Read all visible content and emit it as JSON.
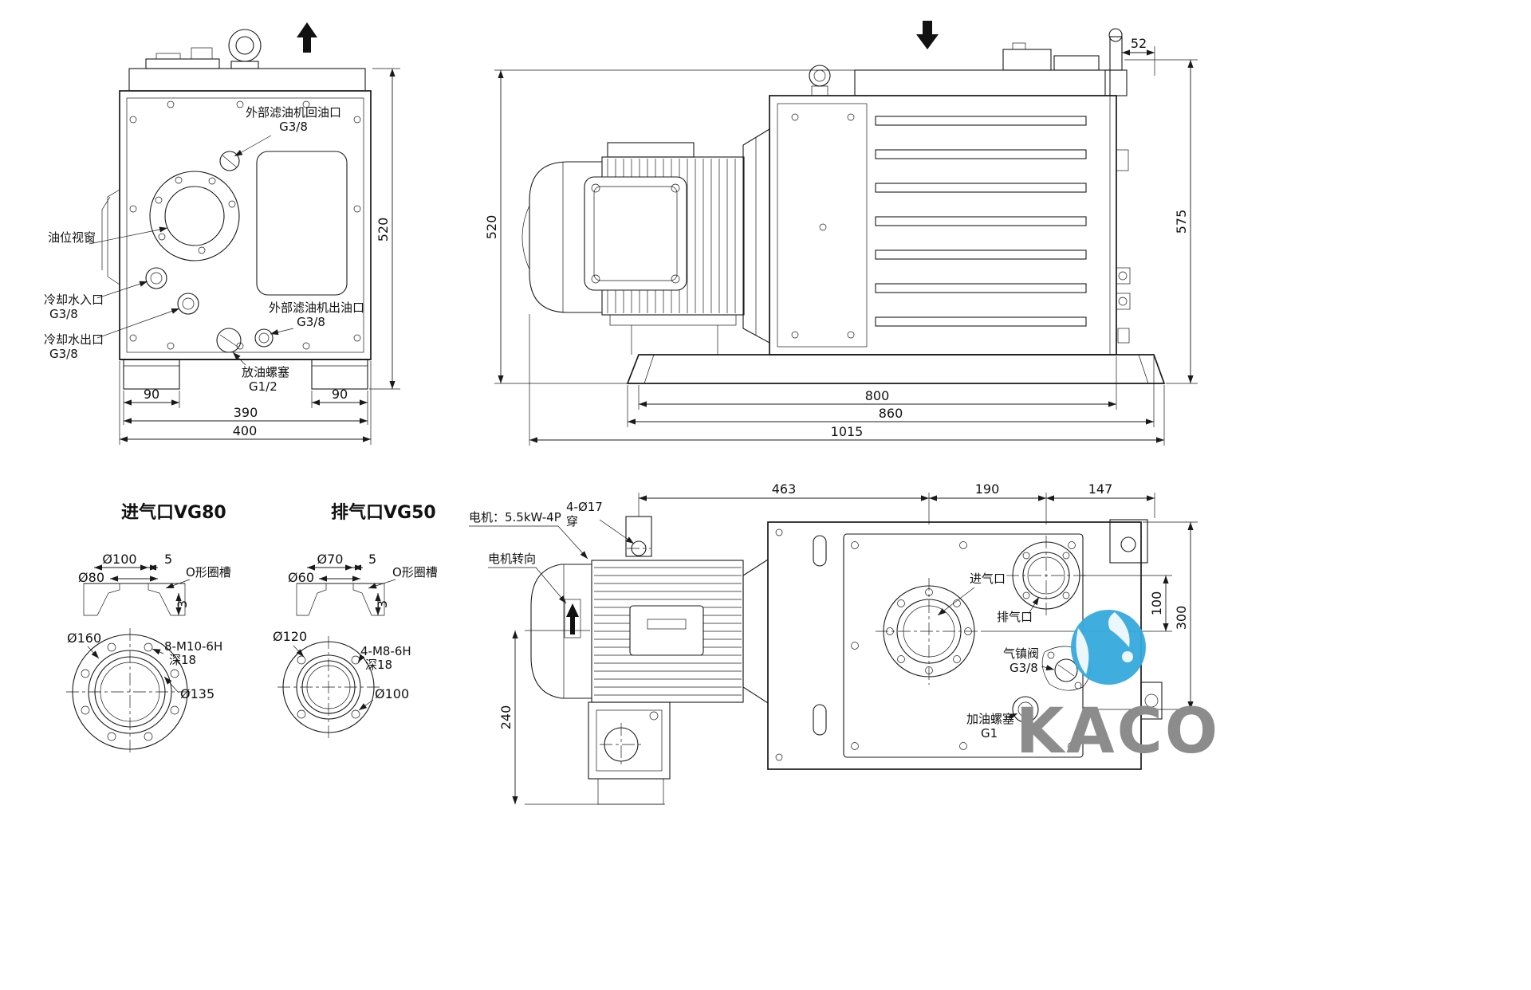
{
  "front": {
    "return_port_label": "外部滤油机回油口",
    "return_port_size": "G3/8",
    "oil_window_label": "油位视窗",
    "cool_in_label": "冷却水入口",
    "cool_in_size": "G3/8",
    "cool_out_label": "冷却水出口",
    "cool_out_size": "G3/8",
    "out_port_label": "外部滤油机出油口",
    "out_port_size": "G3/8",
    "drain_label": "放油螺塞",
    "drain_size": "G1/2",
    "dim_height": "520",
    "dim_foot_left": "90",
    "dim_foot_right": "90",
    "dim_body": "390",
    "dim_total": "400"
  },
  "side": {
    "dim_52": "52",
    "dim_575": "575",
    "dim_520": "520",
    "dim_800": "800",
    "dim_860": "860",
    "dim_1015": "1015"
  },
  "intake": {
    "title": "进气口VG80",
    "dim_d100": "Ø100",
    "dim_5": "5",
    "oring": "O形圈槽",
    "dim_d80": "Ø80",
    "dim_3": "3",
    "dim_d160": "Ø160",
    "bolts": "8-M10-6H",
    "depth": "深18",
    "dim_d135": "Ø135"
  },
  "exhaust": {
    "title": "排气口VG50",
    "dim_d70": "Ø70",
    "dim_5": "5",
    "oring": "O形圈槽",
    "dim_d60": "Ø60",
    "dim_3": "3",
    "dim_d120": "Ø120",
    "bolts": "4-M8-6H",
    "depth": "深18",
    "dim_d100": "Ø100"
  },
  "top": {
    "motor_label": "电机：5.5kW-4P",
    "motor_dir_label": "电机转向",
    "holes_label": "4-Ø17",
    "holes_label2": "穿",
    "intake_label": "进气口",
    "exhaust_label": "排气口",
    "ballast_label": "气镇阀",
    "ballast_size": "G3/8",
    "oilfill_label": "加油螺塞",
    "oilfill_size": "G1",
    "dim_463": "463",
    "dim_190": "190",
    "dim_147": "147",
    "dim_100": "100",
    "dim_300": "300",
    "dim_240": "240"
  },
  "logo": {
    "text": "KACO"
  },
  "colors": {
    "line": "#1a1a1a",
    "logo_gray": "#8c8c8c",
    "logo_blue": "#35aadc"
  }
}
